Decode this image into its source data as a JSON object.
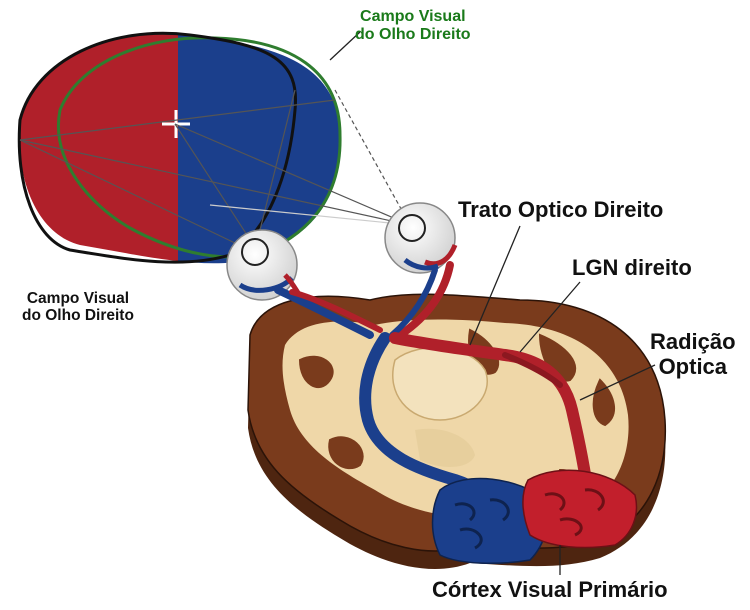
{
  "labels": {
    "right_eye_field_green": [
      "Campo Visual",
      "do Olho Direito"
    ],
    "eye_field_black": [
      "Campo Visual",
      "do Olho Direito"
    ],
    "optic_tract": "Trato Optico Direito",
    "lgn": "LGN direito",
    "optic_radiation": [
      "Radição",
      "Optica"
    ],
    "primary_visual_cortex": "Córtex Visual Primário"
  },
  "colors": {
    "left_hemifield": "#b0202a",
    "right_hemifield": "#1b3f8c",
    "green_outline": "#2f7d2f",
    "cortex_brown": "#7a3b1c",
    "white_matter": "#efd7a8"
  }
}
